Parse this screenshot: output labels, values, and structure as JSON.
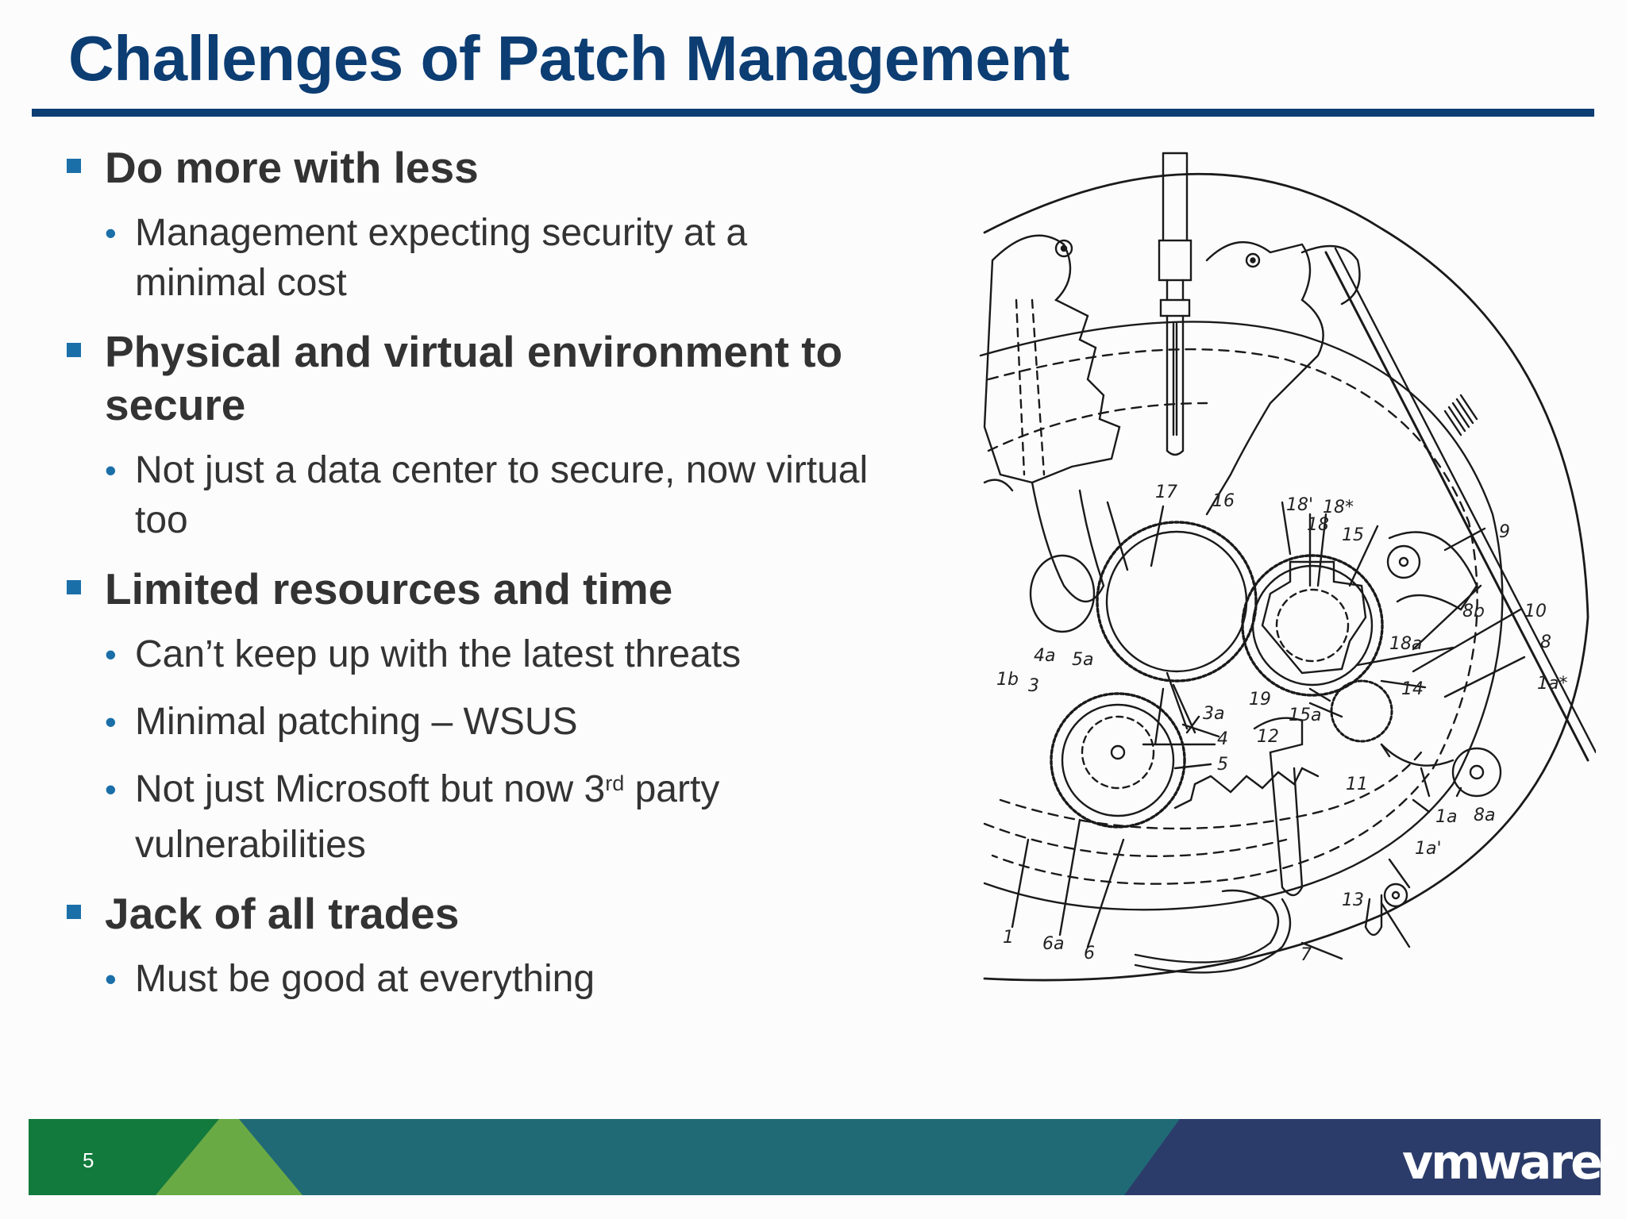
{
  "slide": {
    "title": "Challenges of Patch Management",
    "bullets": [
      {
        "text_lines": [
          "Do more with less"
        ],
        "sub": [
          {
            "lines": [
              "Management expecting security at a",
              "minimal cost"
            ]
          }
        ]
      },
      {
        "text_lines": [
          "Physical and virtual environment to",
          "secure"
        ],
        "sub": [
          {
            "lines": [
              "Not just a data center to secure, now virtual",
              "too"
            ]
          }
        ]
      },
      {
        "text_lines": [
          "Limited resources and time"
        ],
        "sub": [
          {
            "lines": [
              "Can’t keep up with the latest threats"
            ]
          },
          {
            "lines": [
              "Minimal patching – WSUS"
            ]
          },
          {
            "pre": "Not just Microsoft but now 3",
            "sup": "rd",
            "post": " party",
            "line2": "vulnerabilities"
          }
        ]
      },
      {
        "text_lines": [
          "Jack of all trades"
        ],
        "sub": [
          {
            "lines": [
              "Must be good at everything"
            ]
          }
        ]
      }
    ],
    "diagram_labels": [
      "17",
      "16",
      "18'",
      "18*",
      "18",
      "15",
      "9",
      "8b",
      "10",
      "8",
      "1a*",
      "18a",
      "14",
      "4a",
      "5a",
      "1b",
      "3",
      "3a",
      "19",
      "15a",
      "4",
      "12",
      "5",
      "11",
      "1a",
      "8a",
      "1a'",
      "13",
      "1",
      "6a",
      "6",
      "7"
    ],
    "footer": {
      "page_number": "5",
      "logo_text": "vmware",
      "logo_mark": "®",
      "colors": {
        "green": "#127a3c",
        "light_green": "#6aaa45",
        "teal": "#206a76",
        "navy": "#2c3c6a"
      }
    }
  }
}
